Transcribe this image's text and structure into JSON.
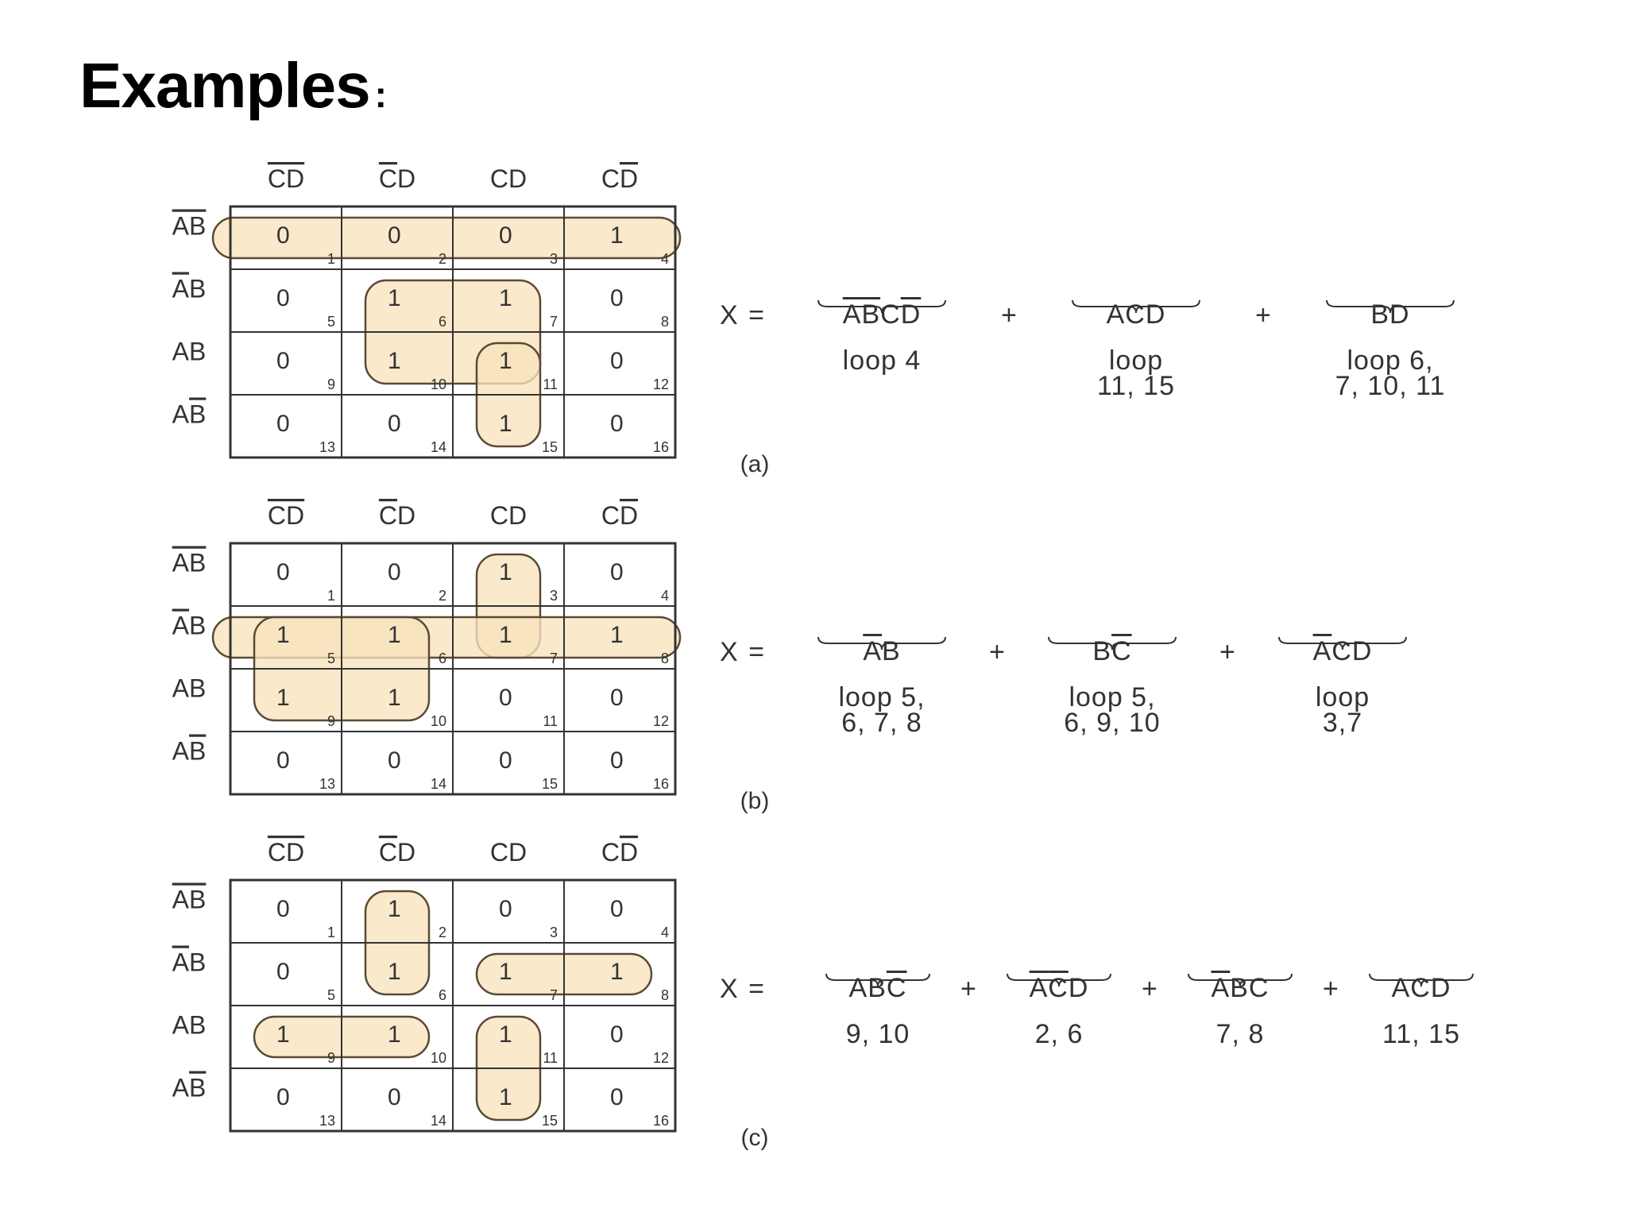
{
  "title": "Examples",
  "title_suffix": ":",
  "colors": {
    "loop_fill": "#f8e3bc",
    "loop_fill_dense": "#f0c982",
    "loop_stroke": "#5a4a36",
    "grid": "#333333"
  },
  "column_headers": [
    {
      "parts": [
        {
          "t": "C",
          "o": true
        },
        {
          "t": "D",
          "o": true
        }
      ]
    },
    {
      "parts": [
        {
          "t": "C",
          "o": true
        },
        {
          "t": "D",
          "o": false
        }
      ]
    },
    {
      "parts": [
        {
          "t": "C",
          "o": false
        },
        {
          "t": "D",
          "o": false
        }
      ]
    },
    {
      "parts": [
        {
          "t": "C",
          "o": false
        },
        {
          "t": "D",
          "o": true
        }
      ]
    }
  ],
  "row_headers": [
    {
      "parts": [
        {
          "t": "A",
          "o": true
        },
        {
          "t": "B",
          "o": true
        }
      ]
    },
    {
      "parts": [
        {
          "t": "A",
          "o": true
        },
        {
          "t": "B",
          "o": false
        }
      ]
    },
    {
      "parts": [
        {
          "t": "A",
          "o": false
        },
        {
          "t": "B",
          "o": false
        }
      ]
    },
    {
      "parts": [
        {
          "t": "A",
          "o": false
        },
        {
          "t": "B",
          "o": true
        }
      ]
    }
  ],
  "examples": [
    {
      "id": "a",
      "caption": "(a)",
      "values": [
        [
          0,
          0,
          0,
          1
        ],
        [
          0,
          1,
          1,
          0
        ],
        [
          0,
          1,
          1,
          0
        ],
        [
          0,
          0,
          1,
          0
        ]
      ],
      "loops": [
        {
          "cells": [
            1,
            4
          ]
        },
        {
          "cells": [
            6,
            7,
            10,
            11
          ]
        },
        {
          "cells": [
            11,
            15
          ]
        }
      ],
      "equation_prefix": "X =",
      "terms": [
        {
          "parts": [
            {
              "t": "A",
              "o": true
            },
            {
              "t": "B",
              "o": true
            },
            {
              "t": "C",
              "o": false
            },
            {
              "t": "D",
              "o": true
            }
          ],
          "note": "loop 4"
        },
        {
          "parts": [
            {
              "t": "ACD",
              "o": false
            }
          ],
          "note": "loop\n11, 15"
        },
        {
          "parts": [
            {
              "t": "BD",
              "o": false
            }
          ],
          "note": "loop 6,\n7, 10, 11"
        }
      ]
    },
    {
      "id": "b",
      "caption": "(b)",
      "values": [
        [
          0,
          0,
          1,
          0
        ],
        [
          1,
          1,
          1,
          1
        ],
        [
          1,
          1,
          0,
          0
        ],
        [
          0,
          0,
          0,
          0
        ]
      ],
      "loops": [
        {
          "cells": [
            3,
            7
          ]
        },
        {
          "cells": [
            5,
            8
          ]
        },
        {
          "cells": [
            5,
            6,
            9,
            10
          ]
        }
      ],
      "equation_prefix": "X =",
      "terms": [
        {
          "parts": [
            {
              "t": "A",
              "o": true
            },
            {
              "t": "B",
              "o": false
            }
          ],
          "note": "loop 5,\n6, 7, 8"
        },
        {
          "parts": [
            {
              "t": "B",
              "o": false
            },
            {
              "t": "C",
              "o": true
            }
          ],
          "note": "loop 5,\n6, 9, 10"
        },
        {
          "parts": [
            {
              "t": "A",
              "o": true
            },
            {
              "t": "CD",
              "o": false
            }
          ],
          "note": "loop\n3,7"
        }
      ]
    },
    {
      "id": "c",
      "caption": "(c)",
      "values": [
        [
          0,
          1,
          0,
          0
        ],
        [
          0,
          1,
          1,
          1
        ],
        [
          1,
          1,
          1,
          0
        ],
        [
          0,
          0,
          1,
          0
        ]
      ],
      "loops": [
        {
          "cells": [
            2,
            6
          ]
        },
        {
          "cells": [
            7,
            8
          ]
        },
        {
          "cells": [
            9,
            10
          ]
        },
        {
          "cells": [
            11,
            15
          ]
        }
      ],
      "equation_prefix": "X =",
      "terms": [
        {
          "parts": [
            {
              "t": "AB",
              "o": false
            },
            {
              "t": "C",
              "o": true
            }
          ],
          "note": "9, 10"
        },
        {
          "parts": [
            {
              "t": "A",
              "o": true
            },
            {
              "t": "C",
              "o": true
            },
            {
              "t": "D",
              "o": false
            }
          ],
          "note": "2, 6"
        },
        {
          "parts": [
            {
              "t": "A",
              "o": true
            },
            {
              "t": "BC",
              "o": false
            }
          ],
          "note": "7, 8"
        },
        {
          "parts": [
            {
              "t": "ACD",
              "o": false
            }
          ],
          "note": "11, 15"
        }
      ]
    }
  ]
}
